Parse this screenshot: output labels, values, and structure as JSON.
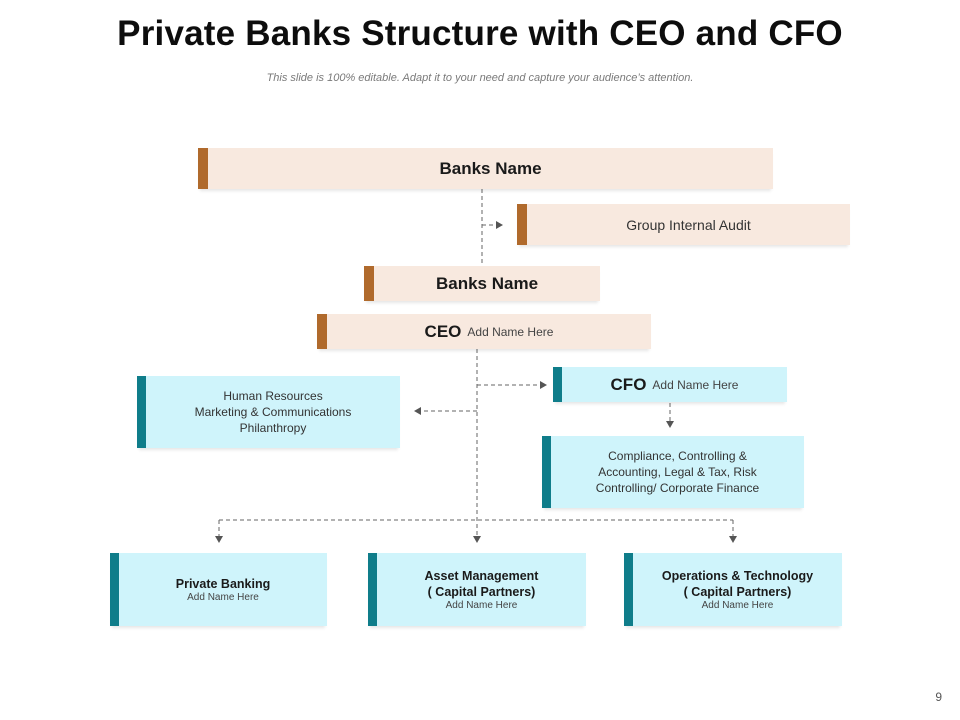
{
  "slide": {
    "title": "Private Banks Structure with CEO and CFO",
    "subtitle": "This slide is 100% editable. Adapt it to your need and capture your audience’s attention.",
    "page_number": "9"
  },
  "colors": {
    "beige_fill": "#f8e9df",
    "beige_accent": "#b06a2c",
    "teal_fill": "#cff4fb",
    "teal_accent": "#0f7d8a"
  },
  "chart": {
    "banks_name_top": "Banks Name",
    "group_internal_audit": "Group Internal  Audit",
    "banks_name_mid": "Banks Name",
    "ceo": {
      "label": "CEO",
      "name": "Add Name Here"
    },
    "cfo": {
      "label": "CFO",
      "name": "Add Name Here"
    },
    "hr_box": {
      "line1": "Human Resources",
      "line2": "Marketing & Communications",
      "line3": "Philanthropy"
    },
    "compliance_box": {
      "line1": "Compliance, Controlling  &",
      "line2": "Accounting, Legal & Tax, Risk",
      "line3": "Controlling/ Corporate Finance"
    },
    "units": [
      {
        "title": "Private Banking",
        "title2": "",
        "name": "Add Name  Here"
      },
      {
        "title": "Asset  Management",
        "title2": "( Capital Partners)",
        "name": "Add Name  Here"
      },
      {
        "title": "Operations & Technology",
        "title2": "( Capital Partners)",
        "name": "Add Name  Here"
      }
    ]
  }
}
